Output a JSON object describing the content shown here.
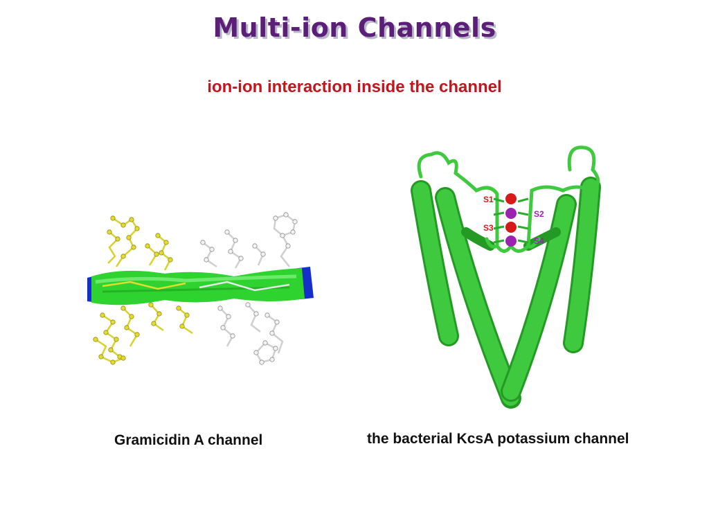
{
  "slide": {
    "title": "Multi-ion Channels",
    "subtitle": "ion-ion interaction inside the channel"
  },
  "figures": {
    "gramicidin": {
      "caption": "Gramicidin A channel",
      "colors": {
        "pore": "#2fd32f",
        "pore_end": "#1530c8",
        "left_residues": "#d8d22a",
        "right_residues": "#d4d4d4"
      }
    },
    "kcsa": {
      "caption": "the bacterial KcsA potassium channel",
      "sites": [
        {
          "label": "S1",
          "color": "#d61a1a"
        },
        {
          "label": "S2",
          "color": "#9b23b0"
        },
        {
          "label": "S3",
          "color": "#d61a1a"
        },
        {
          "label": "S4",
          "color": "#9b23b0"
        }
      ],
      "colors": {
        "helix": "#3fc93f",
        "helix_dark": "#249a24"
      }
    }
  }
}
